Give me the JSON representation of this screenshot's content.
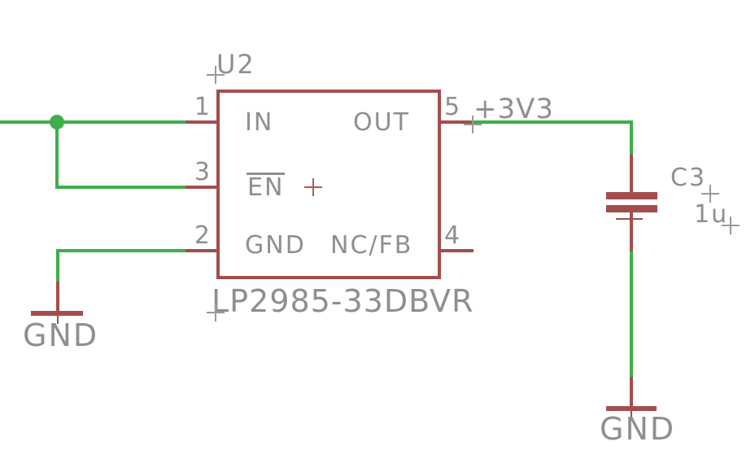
{
  "component": {
    "refdes": "U2",
    "part": "LP2985-33DBVR",
    "pins": {
      "p1": {
        "number": "1",
        "name": "IN"
      },
      "p3": {
        "number": "3",
        "name": "EN"
      },
      "p2": {
        "number": "2",
        "name": "GND"
      },
      "p5": {
        "number": "5",
        "name": "OUT"
      },
      "p4": {
        "number": "4",
        "name": "NC/FB"
      }
    }
  },
  "capacitor": {
    "refdes": "C3",
    "value": "1u"
  },
  "net_labels": {
    "vout": "+3V3"
  },
  "ground": {
    "left": "GND",
    "right": "GND"
  },
  "colors": {
    "wire": "#3fae4a",
    "symbol": "#a44d4d",
    "text": "#8f8f8f",
    "background": "#ffffff"
  }
}
